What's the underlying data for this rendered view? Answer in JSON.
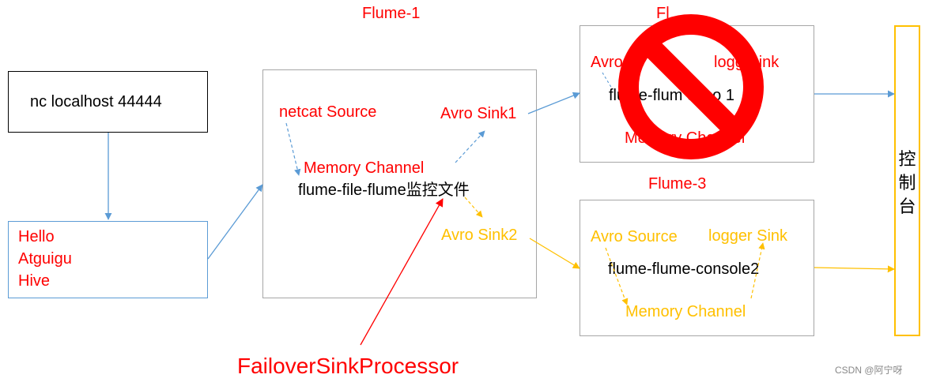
{
  "colors": {
    "red": "#ff0000",
    "orange": "#ffc000",
    "blue": "#5b9bd5",
    "gray": "#a6a6a6",
    "black": "#000000"
  },
  "labels": {
    "flume1_title": "Flume-1",
    "flume2_title": "Fl",
    "flume3_title": "Flume-3",
    "nc_command": "nc localhost 44444",
    "input_lines": [
      "Hello",
      "Atguigu",
      "Hive"
    ],
    "netcat_source": "netcat Source",
    "memory_channel_1": "Memory  Channel",
    "flume1_name": "flume-file-flume监控文件",
    "avro_sink1": "Avro Sink1",
    "avro_sink2": "Avro Sink2",
    "flume2_avro_source": "Avro",
    "flume2_logger_sink": "logg       Sink",
    "flume2_name": "flume-flum    onso    1",
    "flume2_memory_channel": "Memory Channel",
    "flume3_avro_source": "Avro Source",
    "flume3_logger_sink": "logger Sink",
    "flume3_name": "flume-flume-console2",
    "flume3_memory_channel": "Memory Channel",
    "console_chars": [
      "控",
      "制",
      "台"
    ],
    "processor": "FailoverSinkProcessor",
    "watermark": "CSDN @阿宁呀"
  },
  "icons": {
    "prohibited": "prohibited-icon"
  }
}
